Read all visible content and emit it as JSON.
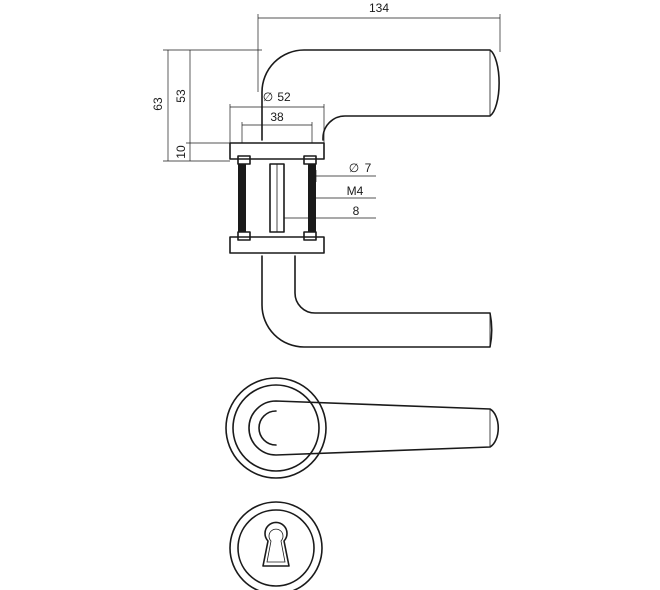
{
  "dimensions": {
    "overall_length": "134",
    "total_height": "63",
    "rose_height": "53",
    "rose_thickness": "10",
    "rose_diameter": "52",
    "inner_diameter": "38",
    "pin_diameter": "7",
    "thread": "M4",
    "spindle": "8"
  },
  "symbols": {
    "diameter": "∅"
  }
}
